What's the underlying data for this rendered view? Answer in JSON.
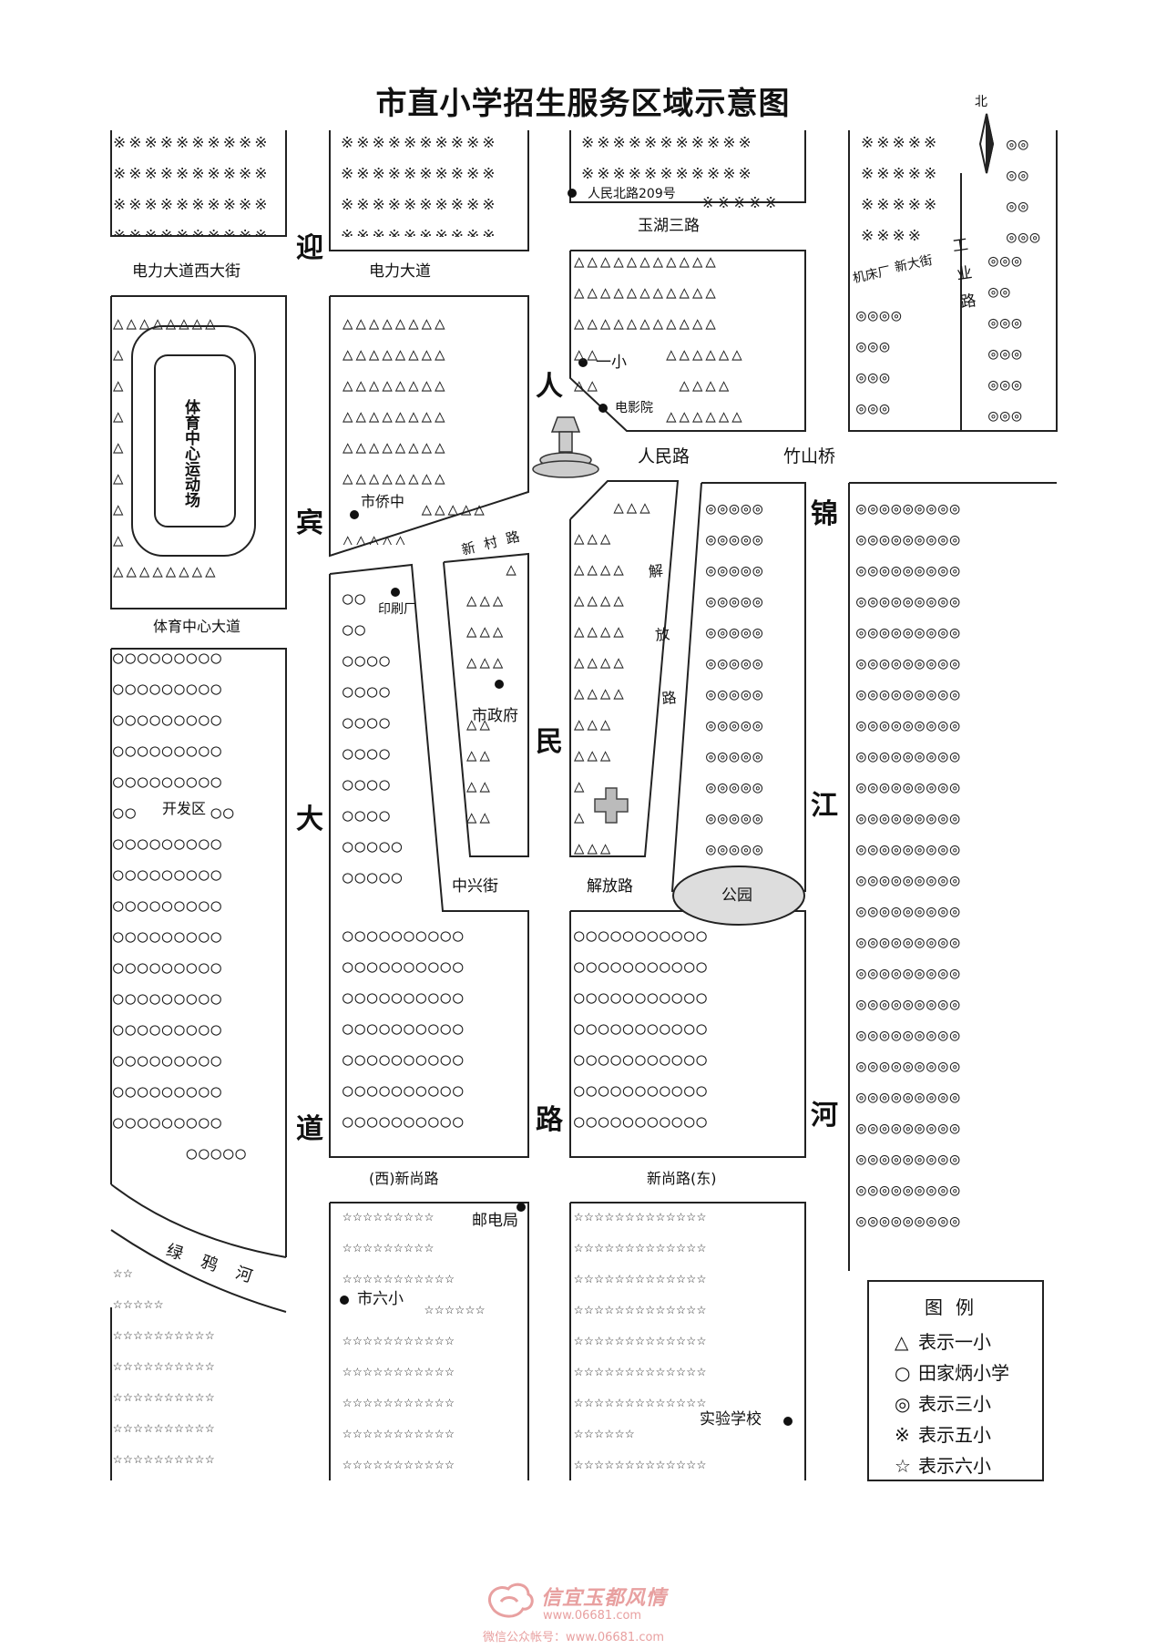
{
  "title": "市直小学招生服务区域示意图",
  "compass": {
    "label": "北"
  },
  "roads": {
    "yingbin": [
      "迎",
      "宾",
      "大",
      "道"
    ],
    "renmin": [
      "人",
      "民",
      "路"
    ],
    "jinjiang": [
      "锦",
      "江",
      "河"
    ],
    "dianli_xi": "电力大道西大街",
    "dianli": "电力大道",
    "renmin_bei": "人民北路209号",
    "yuhu_san": "玉湖三路",
    "jichuang": "机床厂",
    "xin_da": "新大街",
    "gongye": "工业路",
    "renmin_lu": "人民路",
    "zhushan": "竹山桥",
    "xincun": "新村路",
    "tiyu_zhongxin": "体育中心大道",
    "jiefang_diag": "解放路",
    "zhongxing": "中兴街",
    "jiefang": "解放路",
    "xishang_west": "(西)新尚路",
    "xishang_east": "新尚路(东)",
    "lvya": "绿鸦河"
  },
  "places": {
    "stadium": "体育中心运动场",
    "yixiao": "一小",
    "cinema": "电影院",
    "shiqiao": "市侨中",
    "printing": "印刷厂",
    "govt": "市政府",
    "kaifa": "开发区",
    "park": "公园",
    "post": "邮电局",
    "liuxiao": "市六小",
    "shiyan": "实验学校"
  },
  "legend": {
    "title": "图例",
    "items": [
      {
        "symbol": "△",
        "label": "表示一小"
      },
      {
        "symbol": "○",
        "label": "田家炳小学"
      },
      {
        "symbol": "◎",
        "label": "表示三小"
      },
      {
        "symbol": "※",
        "label": "表示五小"
      },
      {
        "symbol": "☆",
        "label": "表示六小"
      }
    ]
  },
  "watermark": {
    "name": "信宜玉都风情",
    "url": "www.06681.com",
    "wechat": "微信公众帐号：www.06681.com"
  }
}
